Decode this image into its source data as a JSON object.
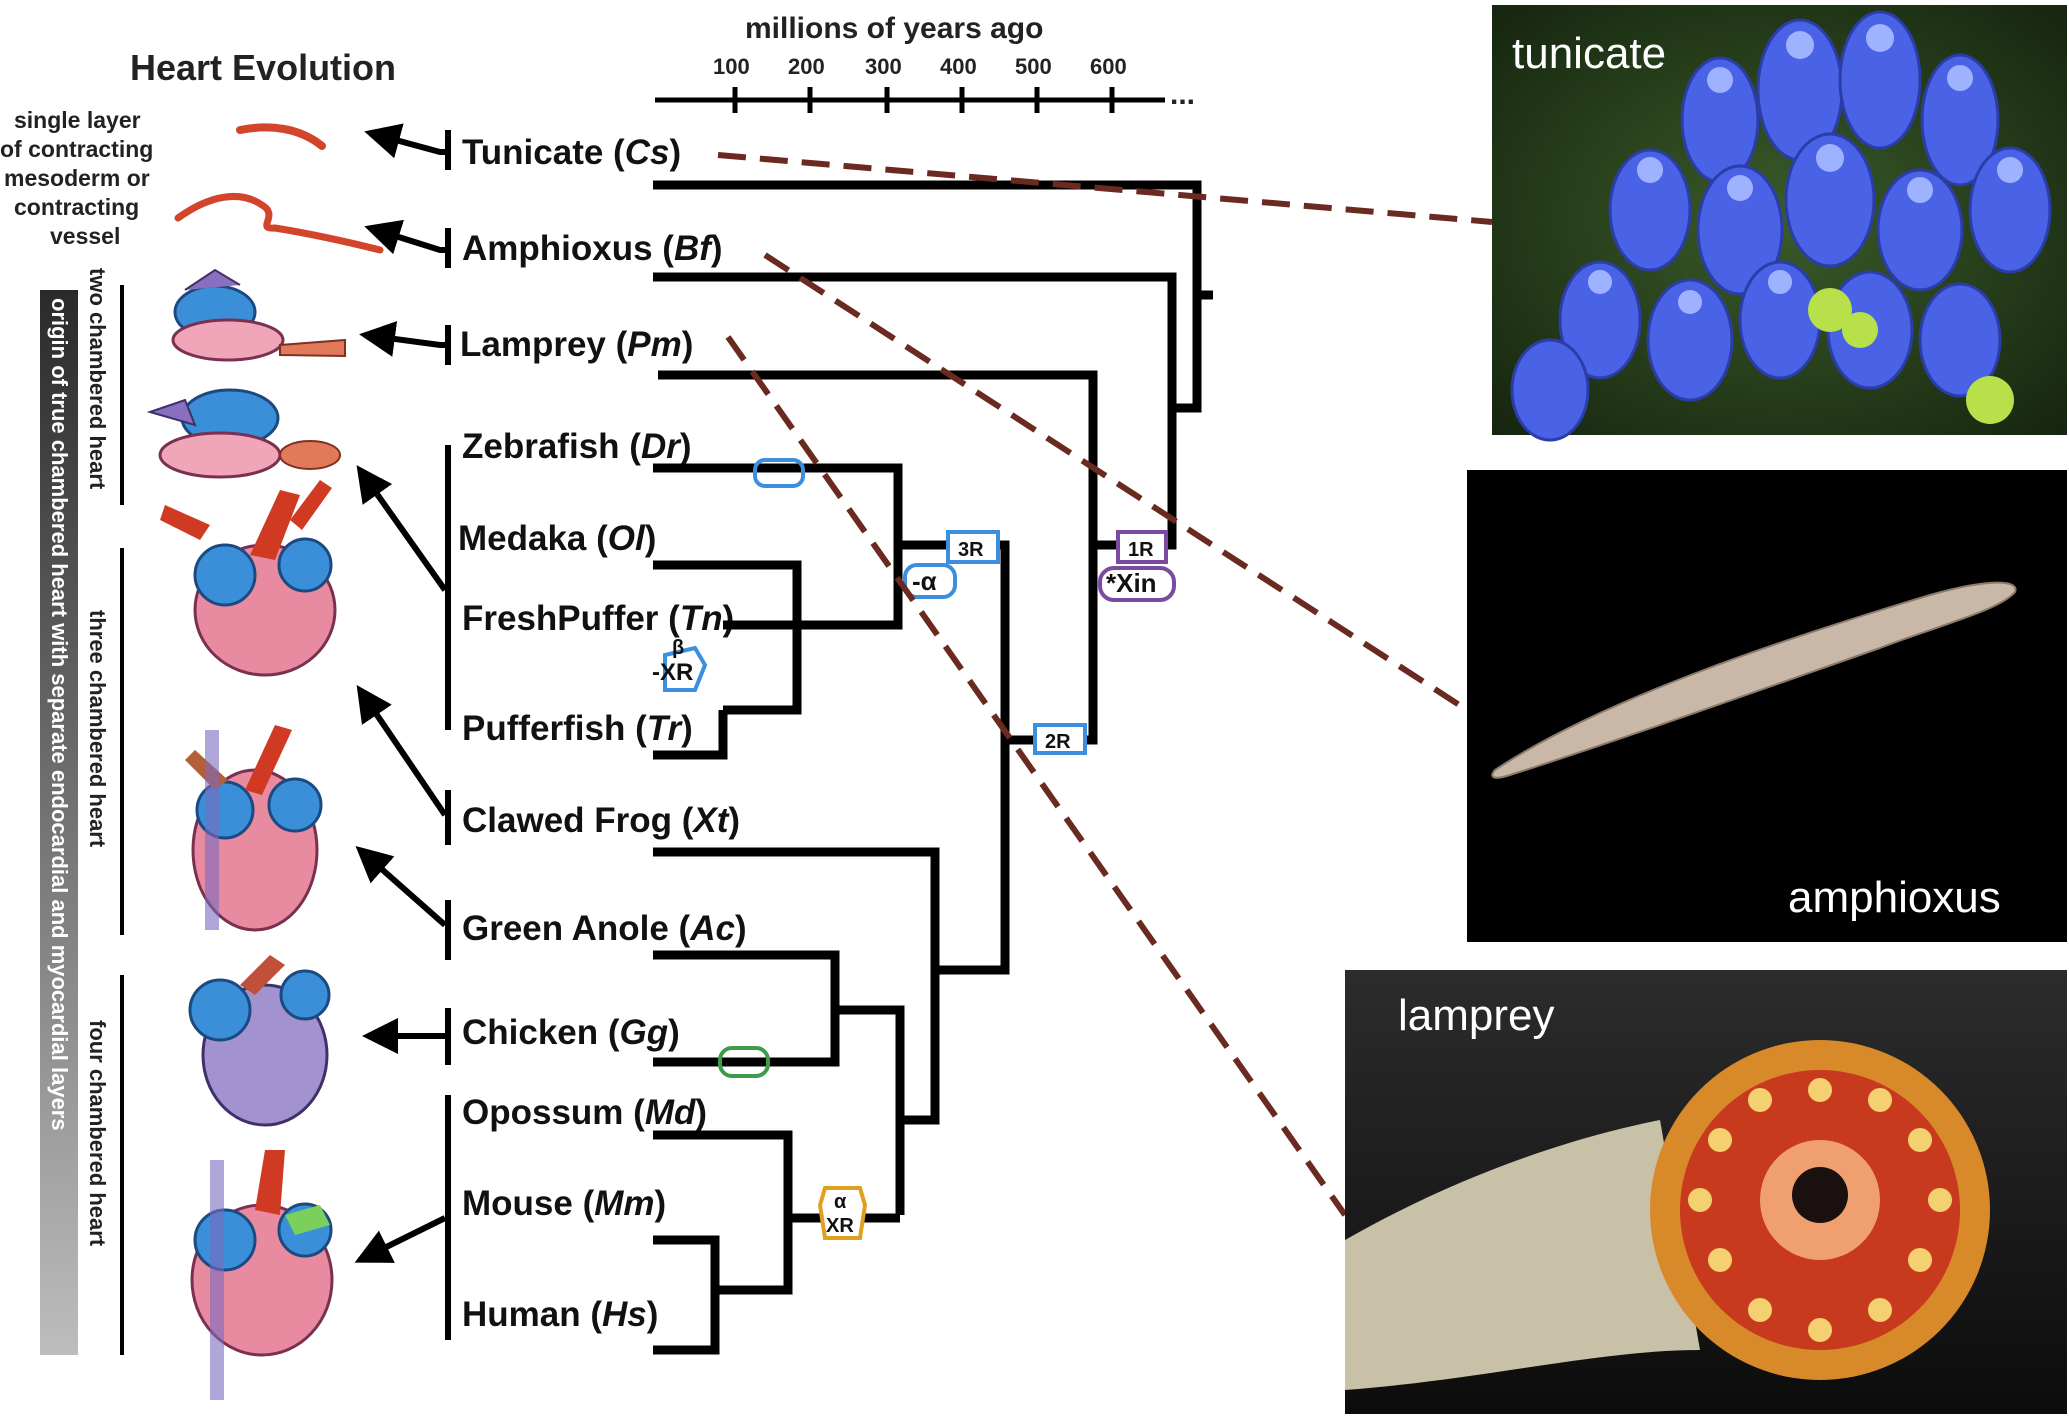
{
  "title": "Heart Evolution",
  "axis": {
    "title": "millions of years ago",
    "ticks": [
      "100",
      "200",
      "300",
      "400",
      "500",
      "600"
    ],
    "ellipsis": "..."
  },
  "left_notes": {
    "simple_heart": [
      "single layer",
      "of contracting",
      "mesoderm or",
      "contracting",
      "vessel"
    ]
  },
  "side_labels": {
    "two_chambered": "two chambered heart",
    "three_chambered": "three chambered heart",
    "four_chambered": "four chambered heart",
    "origin": "origin of true chambered heart with separate endocardial and myocardial layers"
  },
  "species": [
    {
      "name": "Tunicate",
      "abbr": "Cs"
    },
    {
      "name": "Amphioxus",
      "abbr": "Bf"
    },
    {
      "name": "Lamprey",
      "abbr": "Pm"
    },
    {
      "name": "Zebrafish",
      "abbr": "Dr"
    },
    {
      "name": "Medaka",
      "abbr": "Ol"
    },
    {
      "name": "FreshPuffer",
      "abbr": "Tn"
    },
    {
      "name": "Pufferfish",
      "abbr": "Tr"
    },
    {
      "name": "Clawed Frog",
      "abbr": "Xt"
    },
    {
      "name": "Green Anole",
      "abbr": "Ac"
    },
    {
      "name": "Chicken",
      "abbr": "Gg"
    },
    {
      "name": "Opossum",
      "abbr": "Md"
    },
    {
      "name": "Mouse",
      "abbr": "Mm"
    },
    {
      "name": "Human",
      "abbr": "Hs"
    }
  ],
  "markers": {
    "beta_xr_top": "β",
    "beta_xr_bottom": "-XR",
    "minus_alpha": "-α",
    "three_r": "3R",
    "one_r": "1R",
    "xin": "*Xin",
    "two_r": "2R",
    "alpha_xr_top": "α",
    "alpha_xr_bottom": "XR"
  },
  "photos": {
    "tunicate": "tunicate",
    "amphioxus": "amphioxus",
    "lamprey": "lamprey"
  },
  "colors": {
    "branch": "#000000",
    "connector": "#6b2a20",
    "blue_marker": "#3c8fe0",
    "purple_marker": "#7a4aa0",
    "green_marker": "#3d9b4a",
    "orange_marker": "#e0a020",
    "vessel_red": "#d2452a"
  }
}
